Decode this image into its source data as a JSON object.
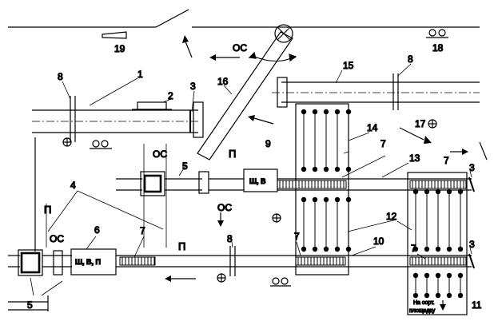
{
  "numbers": [
    "1",
    "2",
    "3",
    "4",
    "5",
    "6",
    "7",
    "8",
    "9",
    "10",
    "11",
    "12",
    "13",
    "14",
    "15",
    "16",
    "17",
    "18",
    "19"
  ],
  "labels": {
    "os": "ОС",
    "p": "П",
    "machine_a": "Ш, В",
    "machine_b": "Ш, В, П",
    "note_line1": "На сорт.",
    "note_line2": "площадку"
  }
}
